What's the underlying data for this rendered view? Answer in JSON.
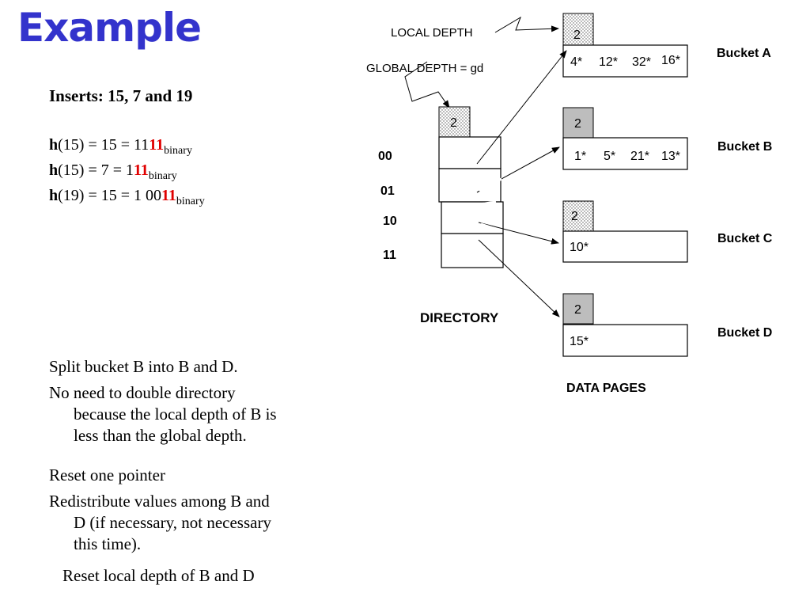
{
  "title": "Example",
  "inserts": "Inserts: 15, 7 and 19",
  "hash_lines": [
    {
      "h": "h",
      "expr": "(15) = 15 = 11",
      "bits": "11",
      "sub": "binary"
    },
    {
      "h": "h",
      "expr": "(15) = 7 = 1",
      "bits": "11",
      "sub": "binary"
    },
    {
      "h": "h",
      "expr": "(19) = 15 = 1 00",
      "bits": "11",
      "sub": "binary"
    }
  ],
  "notes": {
    "split": "Split bucket B into B and D.",
    "no_double_1": "No need to double directory",
    "no_double_2": "because the local depth of B is",
    "no_double_3": "less than the global depth.",
    "reset_pointer": "Reset one pointer",
    "redistribute_1": "Redistribute values among B and",
    "redistribute_2": "D (if necessary, not necessary",
    "redistribute_3": "this time).",
    "reset_depth": "Reset local depth of B and D"
  },
  "diagram": {
    "local_depth_label": "LOCAL DEPTH",
    "global_depth_label": "GLOBAL DEPTH = gd",
    "global_depth_value": "2",
    "directory_label": "DIRECTORY",
    "data_pages_label": "DATA PAGES",
    "directory_entries": [
      "00",
      "01",
      "10",
      "11"
    ],
    "buckets": [
      {
        "name": "Bucket A",
        "depth": "2",
        "values": [
          "4*",
          "12*",
          "32*",
          "16*"
        ]
      },
      {
        "name": "Bucket B",
        "depth": "2",
        "values": [
          "1*",
          "5*",
          "21*",
          "13*"
        ]
      },
      {
        "name": "Bucket C",
        "depth": "2",
        "values": [
          "10*"
        ]
      },
      {
        "name": "Bucket D",
        "depth": "2",
        "values": [
          "15*"
        ]
      }
    ]
  }
}
